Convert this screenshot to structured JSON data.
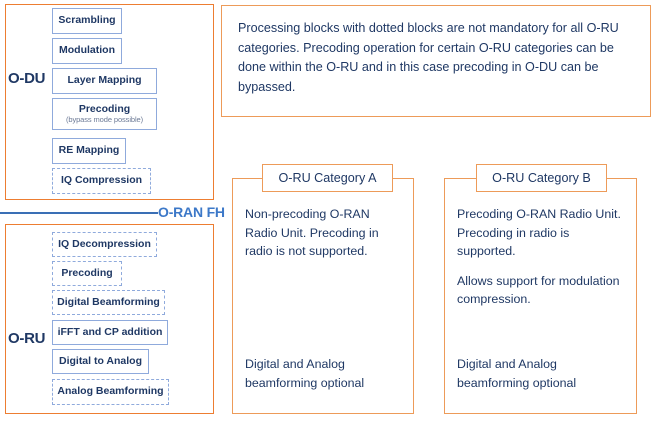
{
  "diagram": {
    "title": "O-RAN fronthaul split: O-DU / O-RU processing blocks and O-RU categories",
    "colors": {
      "group_border": "#ED7D31",
      "block_border": "#8FAADC",
      "text_navy": "#1F3864",
      "fh_line": "#3A6FB5",
      "fh_label": "#3C78C8",
      "card_border": "#ED9B59"
    }
  },
  "odu": {
    "label": "O-DU",
    "blocks": [
      {
        "name": "Scrambling",
        "sub": "",
        "style": "solid"
      },
      {
        "name": "Modulation",
        "sub": "",
        "style": "solid"
      },
      {
        "name": "Layer Mapping",
        "sub": "",
        "style": "solid"
      },
      {
        "name": "Precoding",
        "sub": "(bypass mode possible)",
        "style": "solid"
      },
      {
        "name": "RE Mapping",
        "sub": "",
        "style": "solid"
      },
      {
        "name": "IQ Compression",
        "sub": "",
        "style": "dashed"
      }
    ]
  },
  "fronthaul": {
    "label": "O-RAN FH"
  },
  "oru": {
    "label": "O-RU",
    "blocks": [
      {
        "name": "IQ Decompression",
        "sub": "",
        "style": "dashed"
      },
      {
        "name": "Precoding",
        "sub": "",
        "style": "dashed"
      },
      {
        "name": "Digital Beamforming",
        "sub": "",
        "style": "dashed"
      },
      {
        "name": "iFFT and CP addition",
        "sub": "",
        "style": "solid"
      },
      {
        "name": "Digital to Analog",
        "sub": "",
        "style": "solid"
      },
      {
        "name": "Analog Beamforming",
        "sub": "",
        "style": "dashed"
      }
    ]
  },
  "note": {
    "text": "Processing blocks with dotted blocks are not mandatory for all O-RU categories. Precoding operation for certain O-RU categories can be done within the O-RU and in this case precoding in O-DU can be bypassed."
  },
  "categories": [
    {
      "title": "O-RU Category A",
      "paragraphs": [
        "Non-precoding O-RAN Radio Unit. Precoding in radio is not supported."
      ],
      "footer": "Digital and Analog beamforming optional"
    },
    {
      "title": "O-RU Category B",
      "paragraphs": [
        "Precoding O-RAN Radio Unit. Precoding in radio is supported.",
        "Allows support for modulation compression."
      ],
      "footer": "Digital and Analog beamforming optional"
    }
  ]
}
